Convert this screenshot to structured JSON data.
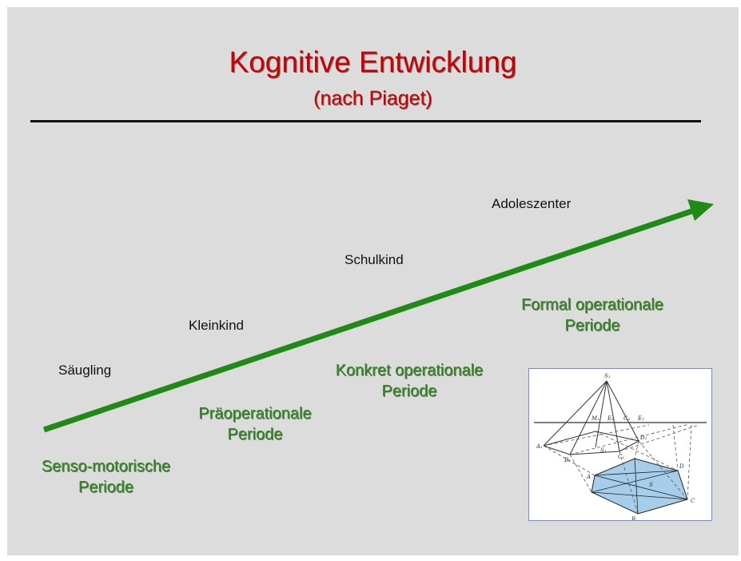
{
  "title": "Kognitive Entwicklung",
  "subtitle": "(nach Piaget)",
  "stages": {
    "saeugling": "Säugling",
    "kleinkind": "Kleinkind",
    "schulkind": "Schulkind",
    "adoleszenter": "Adoleszenter"
  },
  "periods": {
    "sensomotorisch": {
      "line1": "Senso-motorische",
      "line2": "Periode"
    },
    "praeoperational": {
      "line1": "Präoperationale",
      "line2": "Periode"
    },
    "konkret": {
      "line1": "Konkret operationale",
      "line2": "Periode"
    },
    "formal": {
      "line1": "Formal operationale",
      "line2": "Periode"
    }
  },
  "colors": {
    "title": "#cc0000",
    "arrow": "#1f8a16",
    "period_text": "#2d8a1b",
    "background": "#dcdcdc",
    "polygon_fill": "#a6cdea"
  },
  "figure": {
    "labels": [
      "S₁",
      "A₁",
      "B₁",
      "C₁",
      "D₁",
      "S₂",
      "A",
      "B",
      "C",
      "D",
      "S",
      "M₁",
      "E₁",
      "C₂",
      "E₂"
    ]
  }
}
